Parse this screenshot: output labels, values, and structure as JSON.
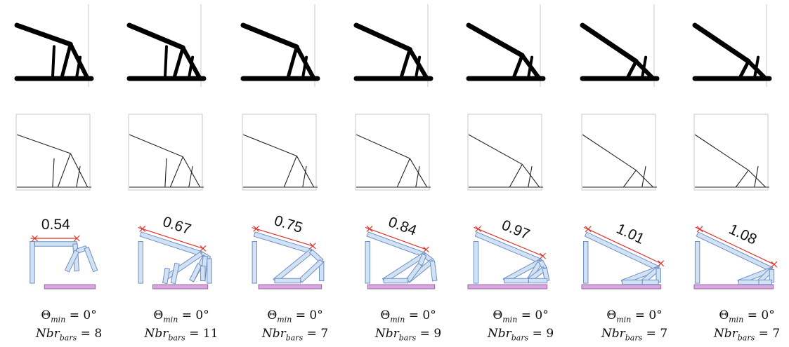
{
  "figure": {
    "columns": [
      {
        "len": "0.54",
        "theta_value": "0",
        "nbr_value": "8",
        "cut": [
          0.08,
          0.17
        ],
        "ang": 0.13,
        "bars": [
          [
            0.5,
            0.75,
            0.2
          ],
          [
            0.23,
            0.2,
            0.75,
            0.2
          ],
          [
            0.73,
            0.2,
            0.75,
            0.75
          ],
          [
            0.75,
            0.35,
            0.87,
            0.28
          ],
          [
            0.87,
            0.28,
            0.98,
            0.75
          ],
          [
            0.75,
            0.35,
            0.63,
            0.75
          ]
        ],
        "ground": [
          0.35,
          0.98
        ]
      },
      {
        "len": "0.67",
        "theta_value": "0",
        "nbr_value": "11",
        "cut": [
          0.1,
          0.21
        ],
        "ang": 0.17,
        "bars": [
          [
            0.4,
            0.9,
            0.15
          ],
          [
            0.15,
            0.0,
            0.9,
            0.4
          ],
          [
            0.9,
            0.4,
            1.0,
            0.5
          ],
          [
            0.9,
            0.4,
            0.45,
            0.9
          ],
          [
            0.95,
            0.45,
            0.78,
            0.95
          ],
          [
            0.95,
            0.45,
            0.92,
            0.95
          ],
          [
            1.0,
            0.5,
            1.0,
            1.0
          ],
          [
            0.6,
            0.6,
            0.55,
            1.0
          ],
          [
            0.48,
            0.7,
            0.45,
            1.0
          ],
          [
            0.78,
            0.95,
            0.88,
            0.62
          ],
          [
            0.92,
            0.95,
            0.92,
            0.65
          ]
        ],
        "ground": [
          0.3,
          0.98
        ]
      },
      {
        "len": "0.75",
        "theta_value": "0",
        "nbr_value": "7",
        "cut": [
          0.09,
          0.19
        ],
        "ang": 0.16,
        "bars": [
          [
            0.55,
            0.85,
            0.15
          ],
          [
            0.15,
            0.0,
            0.85,
            0.35
          ],
          [
            0.85,
            0.35,
            0.4,
            0.95
          ],
          [
            0.85,
            0.35,
            0.98,
            0.55
          ],
          [
            0.98,
            0.55,
            0.98,
            0.95
          ],
          [
            0.98,
            0.55,
            0.72,
            0.95
          ],
          [
            0.4,
            0.95,
            0.72,
            0.95
          ]
        ],
        "ground": [
          0.2,
          0.98
        ]
      },
      {
        "len": "0.84",
        "theta_value": "0",
        "nbr_value": "9",
        "cut": [
          0.07,
          0.2
        ],
        "ang": 0.19,
        "bars": [
          [
            0.55,
            0.85,
            0.15
          ],
          [
            0.15,
            0.0,
            0.85,
            0.42
          ],
          [
            0.85,
            0.42,
            0.35,
            0.95
          ],
          [
            0.85,
            0.42,
            0.95,
            0.55
          ],
          [
            0.95,
            0.55,
            0.65,
            0.95
          ],
          [
            0.95,
            0.55,
            0.98,
            0.95
          ],
          [
            0.85,
            0.42,
            0.8,
            0.62
          ],
          [
            0.8,
            0.62,
            0.65,
            0.95
          ],
          [
            0.35,
            0.95,
            0.65,
            0.95
          ]
        ],
        "ground": [
          0.15,
          0.98
        ]
      },
      {
        "len": "0.97",
        "theta_value": "0",
        "nbr_value": "9",
        "cut": [
          0.06,
          0.22
        ],
        "ang": 0.26,
        "bars": [
          [
            0.6,
            0.9,
            0.1
          ],
          [
            0.1,
            0.0,
            0.9,
            0.55
          ],
          [
            0.9,
            0.55,
            0.45,
            0.95
          ],
          [
            0.9,
            0.55,
            0.75,
            0.95
          ],
          [
            0.9,
            0.55,
            0.95,
            0.7
          ],
          [
            0.95,
            0.7,
            0.75,
            0.95
          ],
          [
            0.95,
            0.7,
            0.98,
            0.95
          ],
          [
            0.75,
            0.95,
            0.98,
            0.95
          ],
          [
            0.45,
            0.95,
            0.75,
            0.95
          ]
        ],
        "ground": [
          0.0,
          0.98
        ]
      },
      {
        "len": "1.01",
        "theta_value": "0",
        "nbr_value": "7",
        "cut": [
          0.05,
          0.23
        ],
        "ang": 0.33,
        "bars": [
          [
            0.65,
            0.95,
            0.05
          ],
          [
            0.05,
            0.0,
            0.95,
            0.7
          ],
          [
            0.95,
            0.7,
            0.5,
            0.98
          ],
          [
            0.95,
            0.7,
            0.75,
            0.98
          ],
          [
            0.95,
            0.7,
            0.95,
            0.98
          ],
          [
            0.5,
            0.98,
            0.75,
            0.98
          ],
          [
            0.75,
            0.98,
            0.95,
            0.98
          ]
        ],
        "ground": [
          0.0,
          0.98
        ]
      },
      {
        "len": "1.08",
        "theta_value": "0",
        "nbr_value": "7",
        "cut": [
          0.05,
          0.24
        ],
        "ang": 0.33,
        "bars": [
          [
            0.68,
            0.96,
            0.04
          ],
          [
            0.04,
            0.0,
            0.96,
            0.72
          ],
          [
            0.96,
            0.72,
            0.55,
            0.98
          ],
          [
            0.96,
            0.72,
            0.8,
            0.98
          ],
          [
            0.96,
            0.72,
            0.96,
            0.98
          ],
          [
            0.55,
            0.98,
            0.8,
            0.98
          ],
          [
            0.8,
            0.98,
            0.96,
            0.98
          ]
        ],
        "ground": [
          0.0,
          0.98
        ]
      }
    ],
    "colors": {
      "bar_fill": "#d2e2f5",
      "bar_stroke": "#6f8fc4",
      "ground_fill": "#d9a6e0",
      "ground_stroke": "#9a6aa6",
      "dim_line": "#e0322a",
      "shape": "#000000",
      "frame": "#c9c9c9"
    }
  }
}
